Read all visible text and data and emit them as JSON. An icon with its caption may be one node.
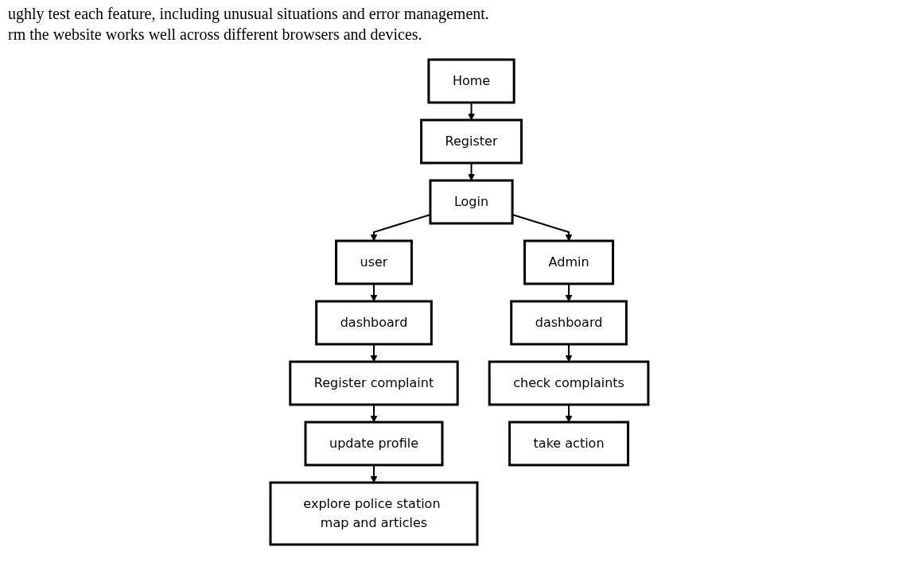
{
  "diagram": {
    "nodes": [
      {
        "text": [
          "Home"
        ]
      },
      {
        "text": [
          "Register"
        ]
      },
      {
        "text": [
          "Login"
        ]
      },
      {
        "text": [
          "user"
        ]
      },
      {
        "text": [
          "dashboard"
        ]
      },
      {
        "text": [
          "Register complaint"
        ]
      },
      {
        "text": [
          "update profile"
        ]
      },
      {
        "text": [
          "explore police station map and articles"
        ]
      },
      {
        "text": [
          "Admin"
        ]
      },
      {
        "text": [
          "dashboard"
        ]
      },
      {
        "text": [
          "check complaints"
        ]
      },
      {
        "text": [
          "take action"
        ]
      }
    ],
    "edges": [
      {
        "from": 0,
        "to": 1,
        "arrow": "to"
      },
      {
        "from": 1,
        "to": 2,
        "arrow": "to"
      },
      {
        "from": 2,
        "to": 3,
        "arrow": "to"
      },
      {
        "from": 2,
        "to": 8,
        "arrow": "to"
      },
      {
        "from": 3,
        "to": 4,
        "arrow": "to"
      },
      {
        "from": 4,
        "to": 5,
        "arrow": "to"
      },
      {
        "from": 5,
        "to": 6,
        "arrow": "to"
      },
      {
        "from": 6,
        "to": 7,
        "arrow": "to"
      },
      {
        "from": 8,
        "to": 9,
        "arrow": "to"
      },
      {
        "from": 9,
        "to": 10,
        "arrow": "to"
      },
      {
        "from": 10,
        "to": 11,
        "arrow": "to"
      }
    ],
    "labels": [
      "ughly test each feature, including unusual situations and error management.",
      "rm the website works well across different browsers and devices."
    ]
  }
}
